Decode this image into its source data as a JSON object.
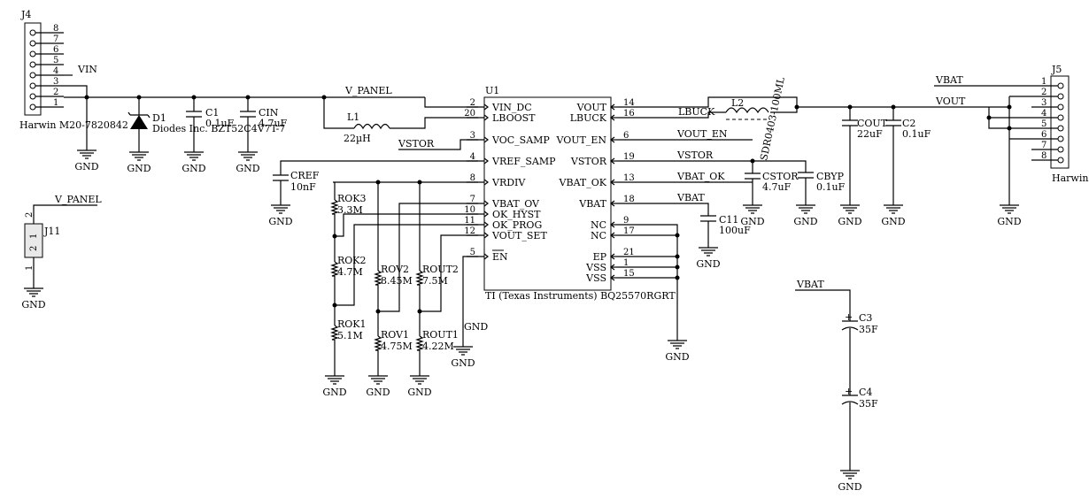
{
  "j4": {
    "ref": "J4",
    "pin_numbers": [
      "8",
      "7",
      "6",
      "5",
      "4",
      "3",
      "2",
      "1"
    ],
    "net": "VIN",
    "part": "Harwin M20-7820842"
  },
  "d1": {
    "ref": "D1",
    "part": "Diodes Inc. BZT52C4V7T-7"
  },
  "c1": {
    "ref": "C1",
    "value": "0.1uF"
  },
  "cin": {
    "ref": "CIN",
    "value": "4.7uF"
  },
  "vpanel_net": "V_PANEL",
  "l1": {
    "ref": "L1",
    "value": "22µH"
  },
  "vstor_net": "VSTOR",
  "cref": {
    "ref": "CREF",
    "value": "10nF"
  },
  "u1": {
    "ref": "U1",
    "part": "TI (Texas Instruments) BQ25570RGRT",
    "left_pins": [
      {
        "name": "VIN_DC",
        "num": "2"
      },
      {
        "name": "LBOOST",
        "num": "20"
      },
      {
        "name": "VOC_SAMP",
        "num": "3"
      },
      {
        "name": "VREF_SAMP",
        "num": "4"
      },
      {
        "name": "VRDIV",
        "num": "8"
      },
      {
        "name": "VBAT_OV",
        "num": "7"
      },
      {
        "name": "OK_HYST",
        "num": "10"
      },
      {
        "name": "OK_PROG",
        "num": "11"
      },
      {
        "name": "VOUT_SET",
        "num": "12"
      },
      {
        "name": "EN",
        "num": "5"
      }
    ],
    "right_pins": [
      {
        "name": "VOUT",
        "num": "14"
      },
      {
        "name": "LBUCK",
        "num": "16"
      },
      {
        "name": "VOUT_EN",
        "num": "6"
      },
      {
        "name": "VSTOR",
        "num": "19"
      },
      {
        "name": "VBAT_OK",
        "num": "13"
      },
      {
        "name": "VBAT",
        "num": "18"
      },
      {
        "name": "NC",
        "num": "9"
      },
      {
        "name": "NC",
        "num": "17"
      },
      {
        "name": "EP",
        "num": "21"
      },
      {
        "name": "VSS",
        "num": "1"
      },
      {
        "name": "VSS",
        "num": "15"
      }
    ]
  },
  "resistors": [
    {
      "ref": "ROK3",
      "value": "3.3M"
    },
    {
      "ref": "ROK2",
      "value": "4.7M"
    },
    {
      "ref": "ROK1",
      "value": "5.1M"
    },
    {
      "ref": "ROV2",
      "value": "8.45M"
    },
    {
      "ref": "ROV1",
      "value": "4.75M"
    },
    {
      "ref": "ROUT2",
      "value": "7.5M"
    },
    {
      "ref": "ROUT1",
      "value": "4.22M"
    }
  ],
  "right_nets": {
    "lbuck": "LBUCK",
    "vout_en": "VOUT_EN",
    "vstor": "VSTOR",
    "vbat_ok": "VBAT_OK",
    "vbat": "VBAT"
  },
  "l2": {
    "ref": "L2",
    "part": "SDR0403-100ML"
  },
  "cstor": {
    "ref": "CSTOR",
    "value": "4.7uF"
  },
  "cbyp": {
    "ref": "CBYP",
    "value": "0.1uF"
  },
  "c11": {
    "ref": "C11",
    "value": "100uF"
  },
  "cout": {
    "ref": "COUT",
    "value": "22uF"
  },
  "c2": {
    "ref": "C2",
    "value": "0.1uF"
  },
  "j5": {
    "ref": "J5",
    "pin_numbers": [
      "1",
      "2",
      "3",
      "4",
      "5",
      "6",
      "7",
      "8"
    ],
    "vbat_net": "VBAT",
    "vout_net": "VOUT",
    "part": "Harwin M"
  },
  "j11": {
    "ref": "J11",
    "net": "V_PANEL",
    "pin_a": "2",
    "pin_b": "1"
  },
  "c3": {
    "ref": "C3",
    "value": "35F"
  },
  "c4": {
    "ref": "C4",
    "value": "35F"
  },
  "vbat_label": "VBAT",
  "gnd": "GND",
  "en_gnd": "GND"
}
